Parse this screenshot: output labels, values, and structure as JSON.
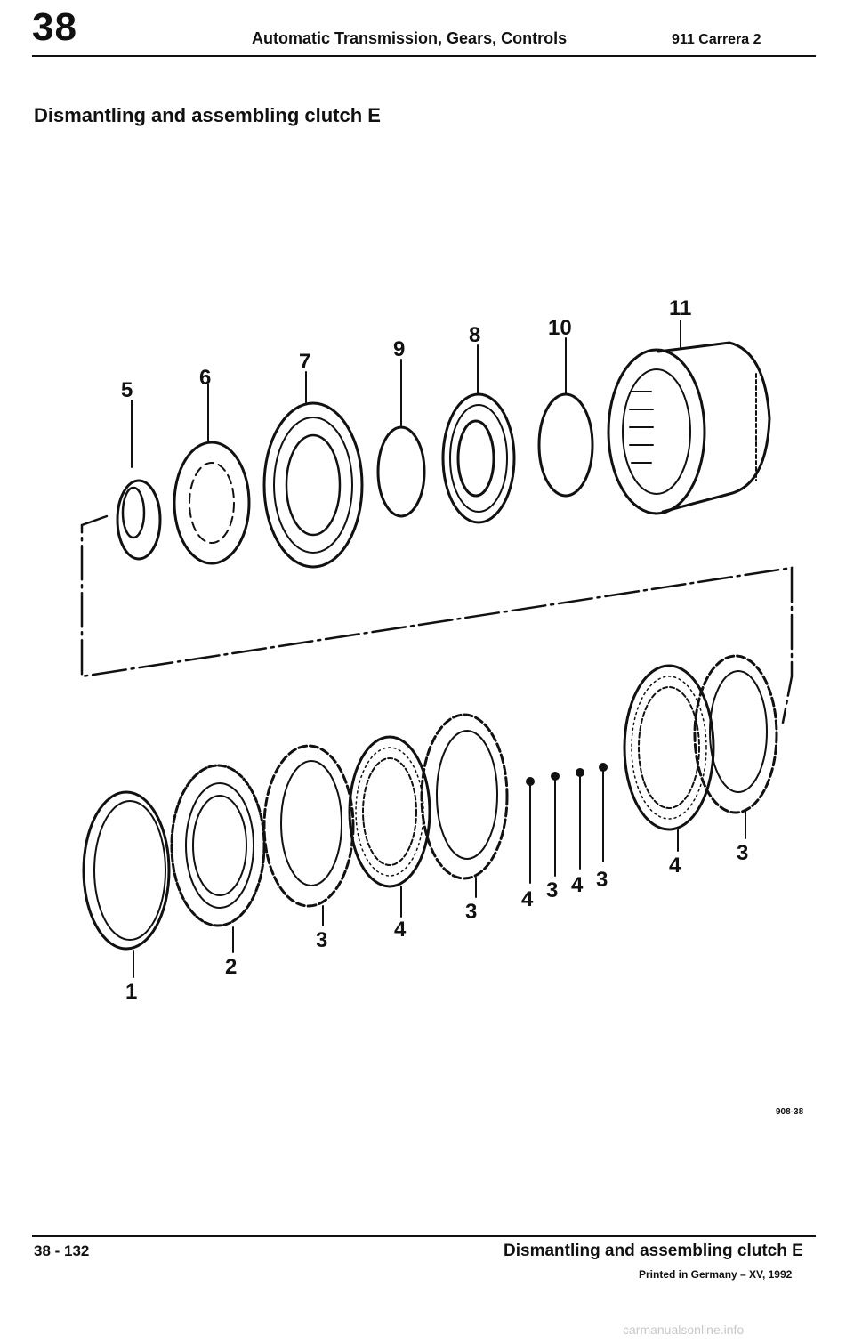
{
  "header": {
    "section_number": "38",
    "title": "Automatic Transmission, Gears, Controls",
    "model": "911 Carrera 2"
  },
  "page_title": "Dismantling and assembling clutch E",
  "callouts": {
    "c1": "1",
    "c2": "2",
    "c3a": "3",
    "c3b": "3",
    "c3c": "3",
    "c3d": "3",
    "c3e": "3",
    "c4a": "4",
    "c4b": "4",
    "c4c": "4",
    "c4d": "4",
    "c5": "5",
    "c6": "6",
    "c7": "7",
    "c8": "8",
    "c9": "9",
    "c10": "10",
    "c11": "11"
  },
  "figure_code": "908-38",
  "footer": {
    "page_number": "38 - 132",
    "title": "Dismantling and assembling clutch E",
    "printed": "Printed in Germany – XV, 1992"
  },
  "watermark": "carmanualsonline.info"
}
